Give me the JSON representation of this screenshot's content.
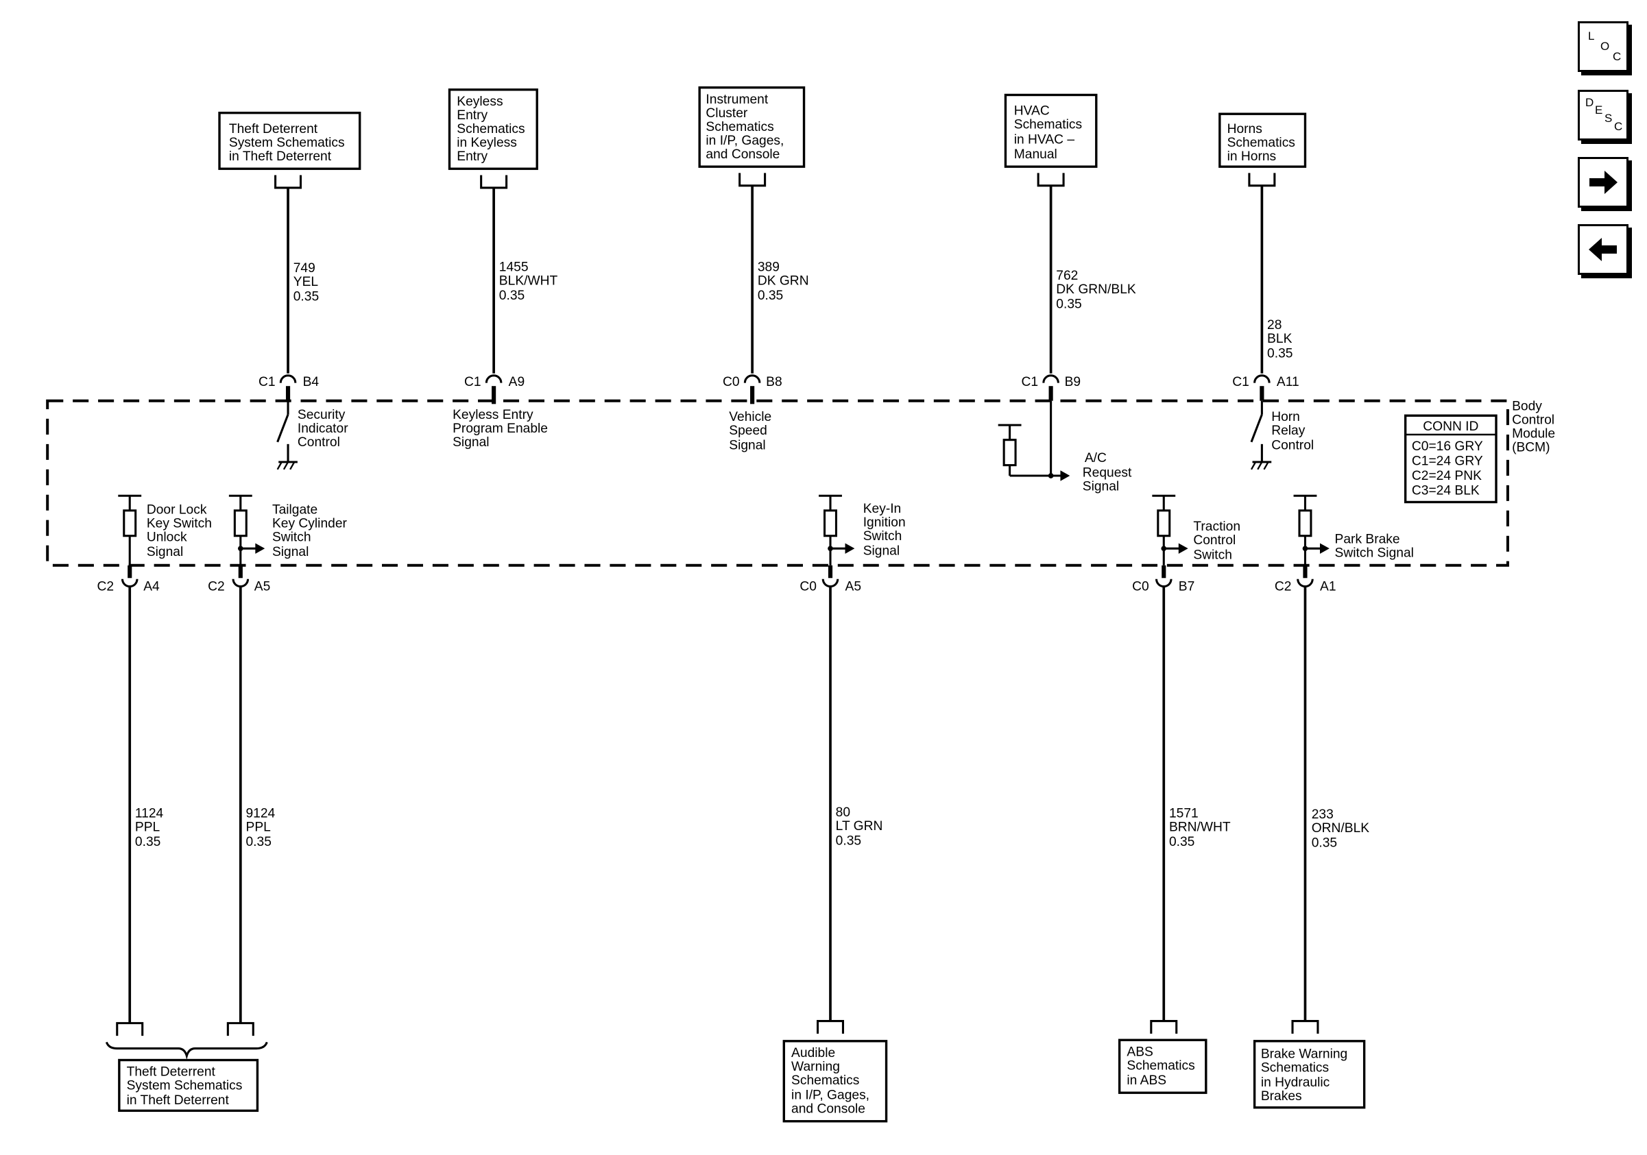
{
  "module": {
    "name_lines": [
      "Body",
      "Control",
      "Module",
      "(BCM)"
    ],
    "conn_id": {
      "title": "CONN ID",
      "rows": [
        "C0=16 GRY",
        "C1=24 GRY",
        "C2=24 PNK",
        "C3=24 BLK"
      ]
    }
  },
  "nav": {
    "loc": {
      "l1": "L",
      "l2": "O",
      "l3": "C"
    },
    "desc": {
      "l1": "D",
      "l2": "E",
      "l3": "S",
      "l4": "C"
    },
    "next_icon": "arrow-right-icon",
    "prev_icon": "arrow-left-icon"
  },
  "top_circuits": [
    {
      "ref": [
        "Theft Deterrent",
        "System Schematics",
        "in Theft Deterrent"
      ],
      "wire": [
        "749",
        "YEL",
        "0.35"
      ],
      "conn": "C1",
      "pin": "B4",
      "label": [
        "Security",
        "Indicator",
        "Control"
      ]
    },
    {
      "ref": [
        "Keyless",
        "Entry",
        "Schematics",
        "in Keyless",
        "Entry"
      ],
      "wire": [
        "1455",
        "BLK/WHT",
        "0.35"
      ],
      "conn": "C1",
      "pin": "A9",
      "label": [
        "Keyless Entry",
        "Program Enable",
        "Signal"
      ]
    },
    {
      "ref": [
        "Instrument",
        "Cluster",
        "Schematics",
        "in I/P, Gages,",
        "and Console"
      ],
      "wire": [
        "389",
        "DK GRN",
        "0.35"
      ],
      "conn": "C0",
      "pin": "B8",
      "label": [
        "Vehicle",
        "Speed",
        "Signal"
      ]
    },
    {
      "ref": [
        "HVAC",
        "Schematics",
        "in HVAC –",
        "Manual"
      ],
      "wire": [
        "762",
        "DK GRN/BLK",
        "0.35"
      ],
      "conn": "C1",
      "pin": "B9",
      "label": [
        "A/C",
        "Request",
        "Signal"
      ]
    },
    {
      "ref": [
        "Horns",
        "Schematics",
        "in Horns"
      ],
      "wire": [
        "28",
        "BLK",
        "0.35"
      ],
      "conn": "C1",
      "pin": "A11",
      "label": [
        "Horn",
        "Relay",
        "Control"
      ]
    }
  ],
  "bottom_circuits": [
    {
      "label": [
        "Door Lock",
        "Key Switch",
        "Unlock",
        "Signal"
      ],
      "conn": "C2",
      "pin": "A4",
      "wire": [
        "1124",
        "PPL",
        "0.35"
      ]
    },
    {
      "label": [
        "Tailgate",
        "Key Cylinder",
        "Switch",
        "Signal"
      ],
      "conn": "C2",
      "pin": "A5",
      "wire": [
        "9124",
        "PPL",
        "0.35"
      ]
    },
    {
      "label": [
        "Key-In",
        "Ignition",
        "Switch",
        "Signal"
      ],
      "conn": "C0",
      "pin": "A5",
      "wire": [
        "80",
        "LT GRN",
        "0.35"
      ],
      "ref": [
        "Audible",
        "Warning",
        "Schematics",
        "in I/P, Gages,",
        "and Console"
      ]
    },
    {
      "label": [
        "Traction",
        "Control",
        "Switch"
      ],
      "conn": "C0",
      "pin": "B7",
      "wire": [
        "1571",
        "BRN/WHT",
        "0.35"
      ],
      "ref": [
        "ABS",
        "Schematics",
        "in ABS"
      ]
    },
    {
      "label": [
        "Park Brake",
        "Switch Signal"
      ],
      "conn": "C2",
      "pin": "A1",
      "wire": [
        "233",
        "ORN/BLK",
        "0.35"
      ],
      "ref": [
        "Brake Warning",
        "Schematics",
        "in Hydraulic",
        "Brakes"
      ]
    }
  ],
  "shared_ref": [
    "Theft Deterrent",
    "System Schematics",
    "in Theft Deterrent"
  ]
}
